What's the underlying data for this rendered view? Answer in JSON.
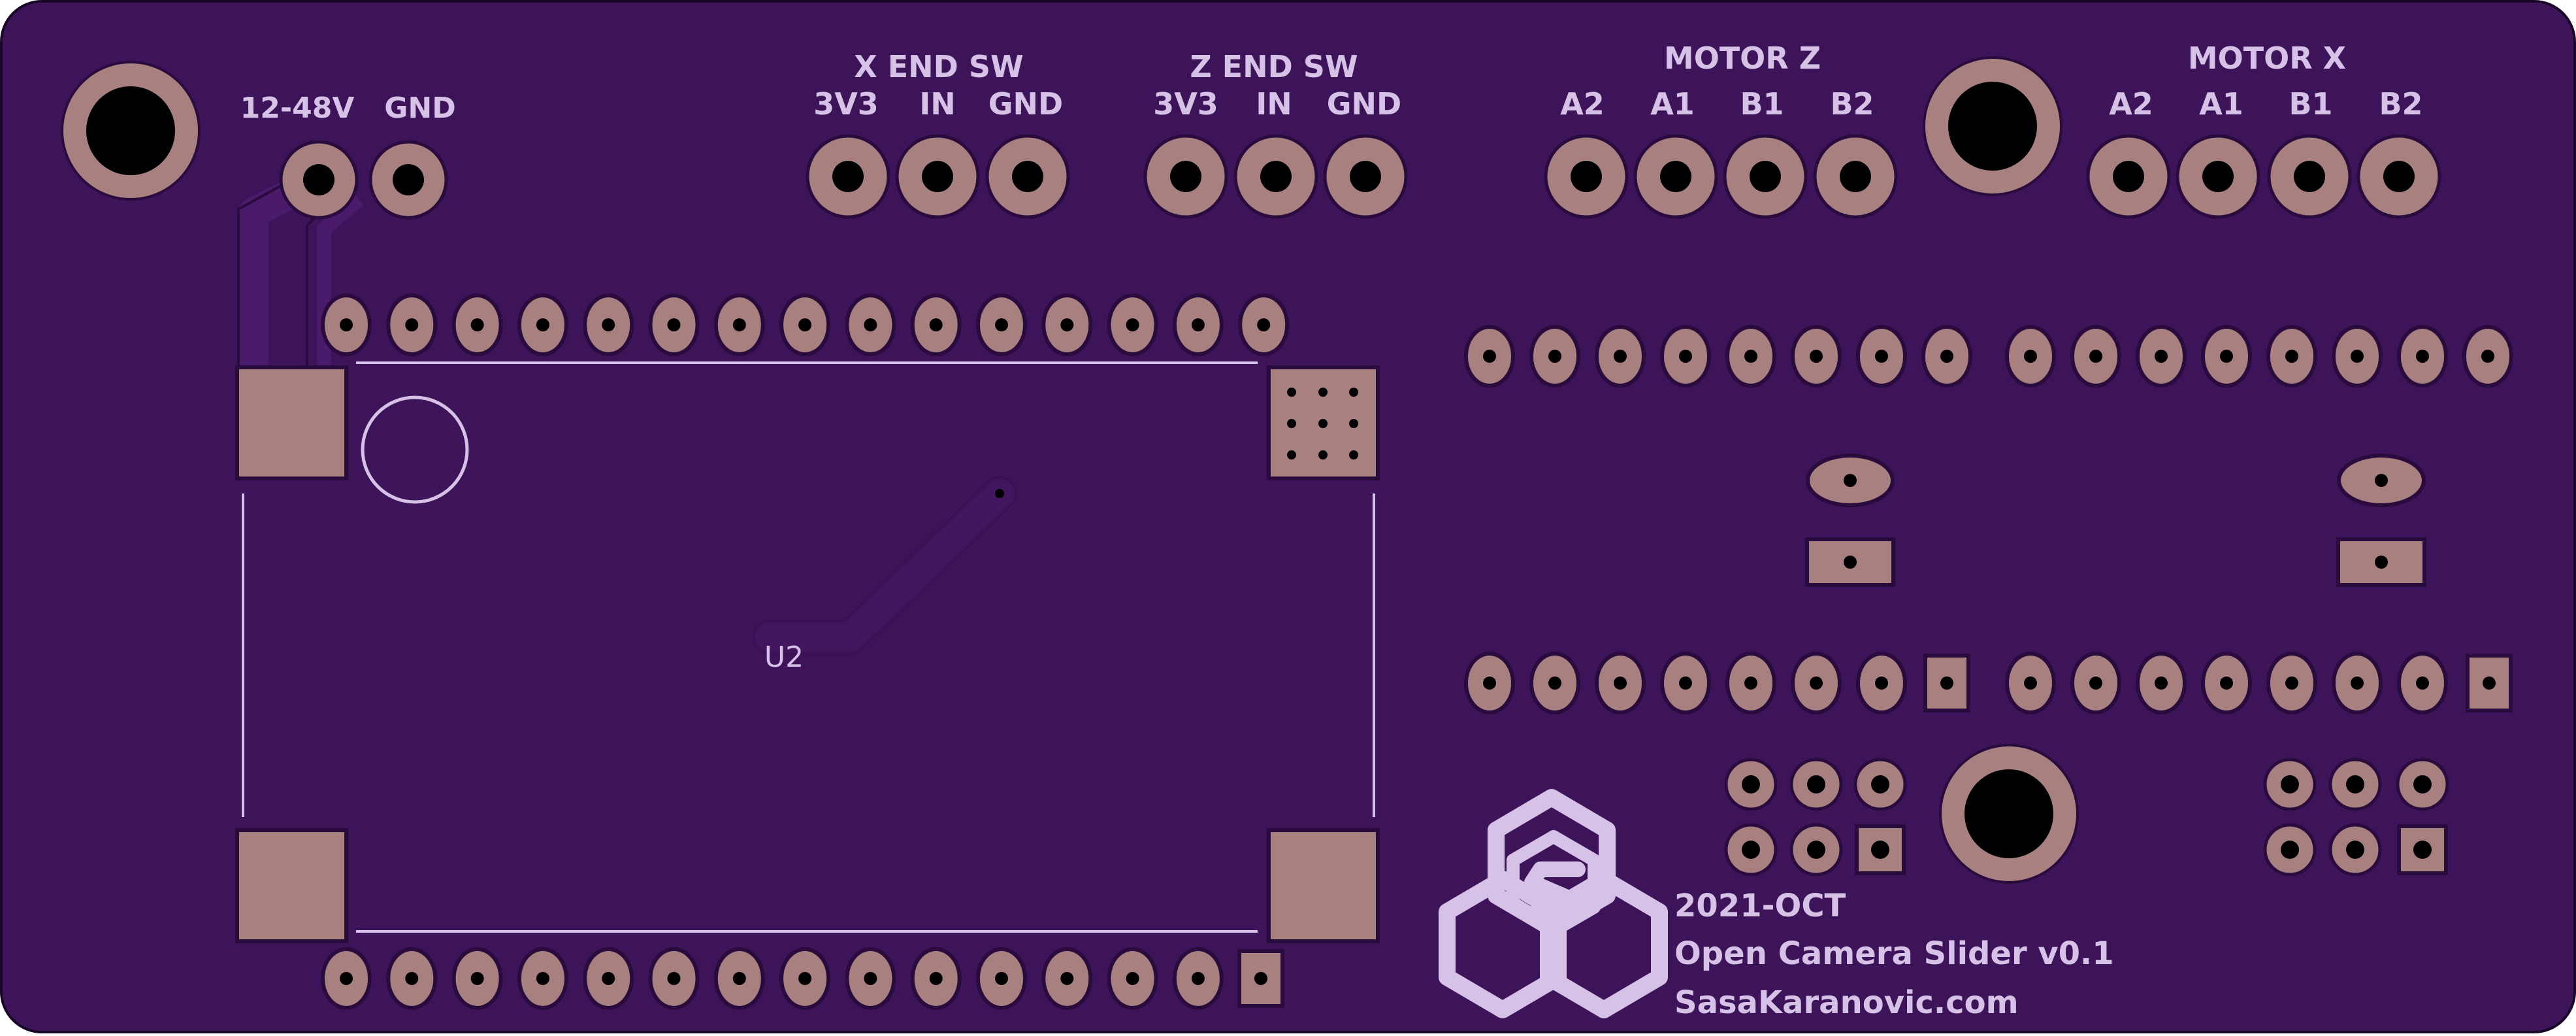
{
  "colors": {
    "soldermask": "#3d1459",
    "trace": "#4a1a6b",
    "pad": "#a88080",
    "hole": "#000000",
    "silkscreen": "#d6c2e6"
  },
  "labels": {
    "power_header": [
      "12-48V",
      "GND"
    ],
    "x_end_sw_title": "X END SW",
    "x_end_sw_pins": [
      "3V3",
      "IN",
      "GND"
    ],
    "z_end_sw_title": "Z END SW",
    "z_end_sw_pins": [
      "3V3",
      "IN",
      "GND"
    ],
    "motor_z_title": "MOTOR Z",
    "motor_z_pins": [
      "A2",
      "A1",
      "B1",
      "B2"
    ],
    "motor_x_title": "MOTOR X",
    "motor_x_pins": [
      "A2",
      "A1",
      "B1",
      "B2"
    ],
    "module_ref": "U2"
  },
  "info": {
    "date": "2021-OCT",
    "project": "Open Camera Slider v0.1",
    "website": "SasaKaranovic.com"
  },
  "logo": {
    "name": "s-hexagon-logo"
  }
}
